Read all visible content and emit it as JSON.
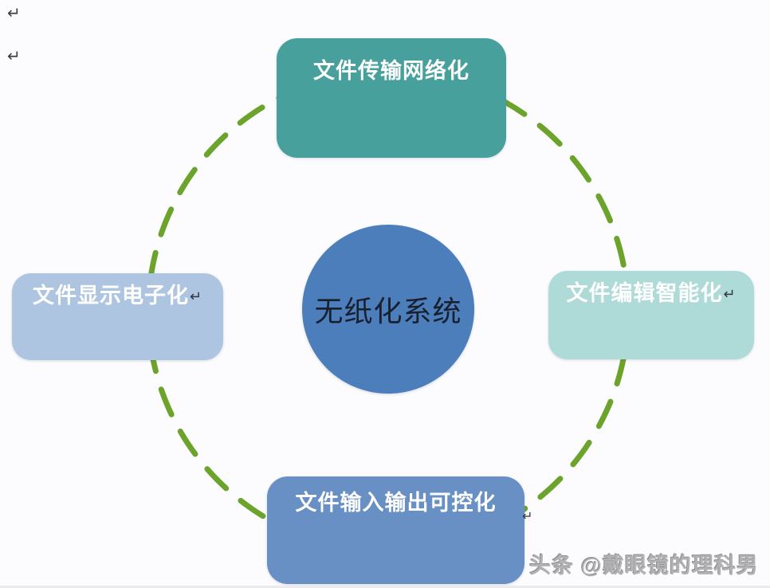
{
  "page": {
    "background_color": "#fcfcfe",
    "paragraph_mark_1": "↵",
    "paragraph_mark_2": "↵"
  },
  "watermark": {
    "text": "头条 @戴眼镜的理科男",
    "color": "#b2b2b4"
  },
  "diagram": {
    "ring": {
      "color": "#6BA32B"
    },
    "center": {
      "label": "无纸化系统",
      "fill": "#4B7EBB",
      "text_color": "#18202F"
    },
    "nodes": {
      "top": {
        "label": "文件传输网络化",
        "fill": "#47A09C",
        "text_color": "#FFFFFF"
      },
      "right": {
        "label": "文件编辑智能化",
        "fill": "#AEDBD8",
        "text_color": "#FFFFFF",
        "trailing_mark": "↵"
      },
      "bottom": {
        "label": "文件输入输出可控化",
        "fill": "#6890C4",
        "text_color": "#FFFFFF",
        "trailing_mark": "↵"
      },
      "left": {
        "label": "文件显示电子化",
        "fill": "#AEC5E2",
        "text_color": "#FFFFFF",
        "trailing_mark": "↵"
      }
    }
  }
}
